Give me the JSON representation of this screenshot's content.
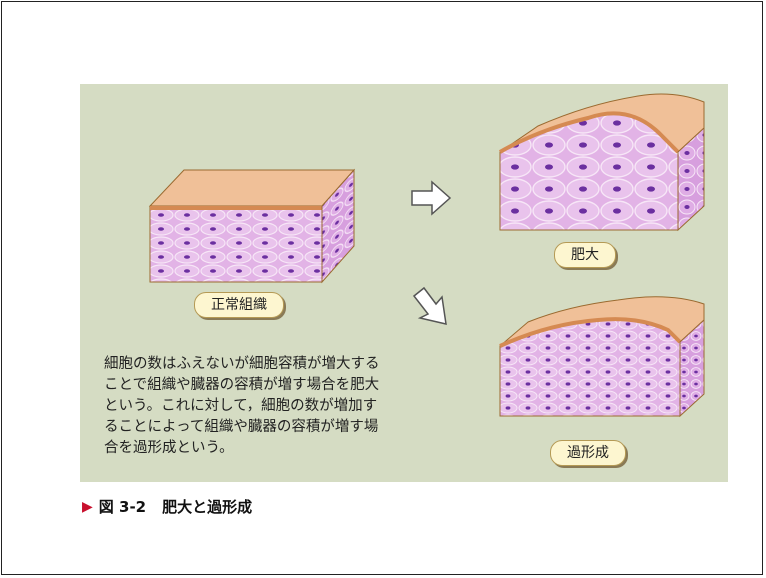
{
  "labels": {
    "normal": "正常組織",
    "hypertrophy": "肥大",
    "hyperplasia": "過形成"
  },
  "description": "細胞の数はふえないが細胞容積が増大する\nことで組織や臓器の容積が増す場合を肥大\nという。これに対して，細胞の数が増加す\nることによって組織や臓器の容積が増す場\n合を過形成という。",
  "caption": {
    "marker": "▶",
    "figure_number": "図 3-2",
    "title": "肥大と過形成"
  },
  "colors": {
    "panel_bg": "#d5dcc3",
    "top_surface": "#f0c098",
    "tissue_face": "#e2b3e6",
    "cell_nucleus": "#6b2fa0",
    "membrane": "#f7e6f7",
    "outline": "#9a6a30",
    "caption_marker": "#c8102e"
  }
}
